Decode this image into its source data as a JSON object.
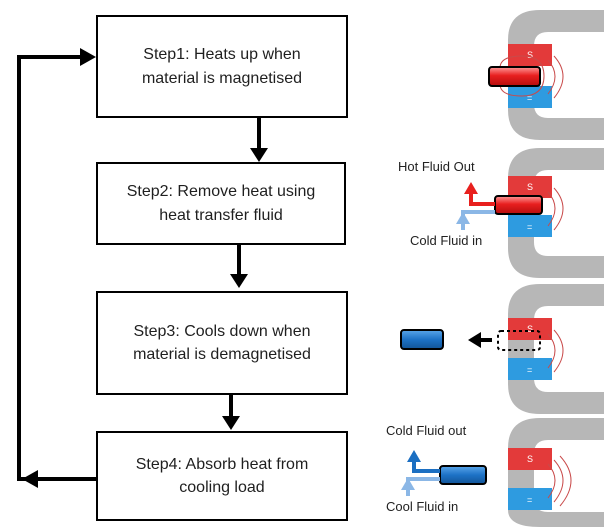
{
  "steps": [
    {
      "label": "Step1: Heats up when\nmaterial is magnetised"
    },
    {
      "label": "Step2: Remove heat using\nheat transfer fluid"
    },
    {
      "label": "Step3: Cools down when\nmaterial is demagnetised"
    },
    {
      "label": "Step4: Absorb heat from\ncooling load"
    }
  ],
  "fluids": {
    "step2_out": "Hot Fluid Out",
    "step2_in": "Cold Fluid in",
    "step4_out": "Cold Fluid out",
    "step4_in": "Cool Fluid in"
  },
  "magnet_labels": {
    "north": "S",
    "south": "="
  },
  "colors": {
    "hot": "#e8201e",
    "cold": "#1b6fc2",
    "cold_light": "#5aa6e6",
    "arrow_light": "#8bb7e6",
    "yoke": "#b7b7b7",
    "magnet_red": "#e33a3a",
    "magnet_blue": "#2e9be0"
  }
}
